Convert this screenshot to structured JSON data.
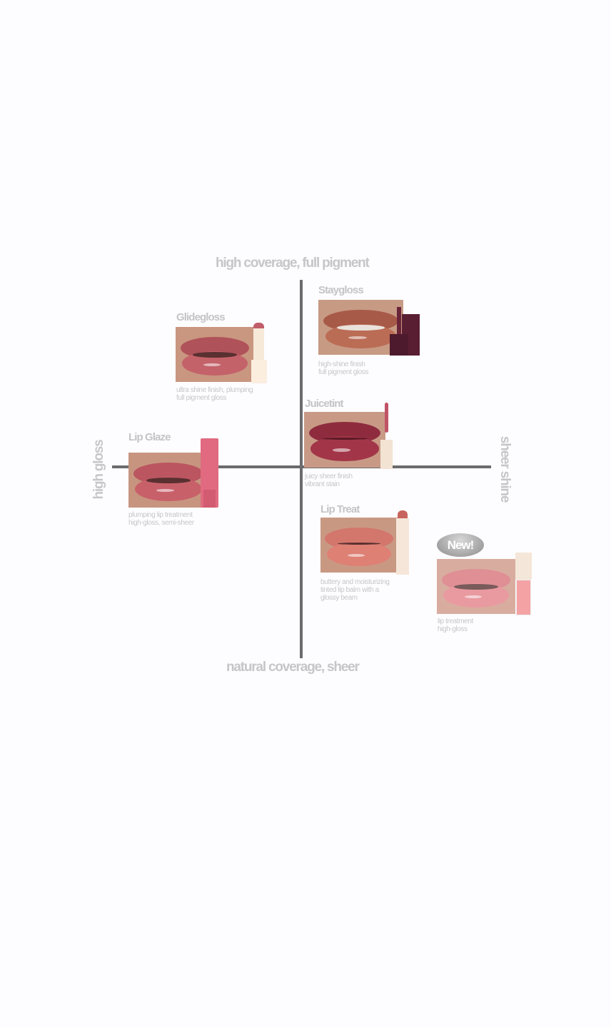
{
  "axes": {
    "top": "high coverage, full pigment",
    "bottom": "natural coverage, sheer",
    "left": "high gloss",
    "right": "sheer shine"
  },
  "products": {
    "glidegloss": {
      "name": "Glidegloss",
      "desc": [
        "ultra shine finish, plumping",
        "full pigment gloss"
      ]
    },
    "staygloss": {
      "name": "Staygloss",
      "desc": [
        "high-shine finish",
        "full pigment gloss"
      ]
    },
    "juicetint": {
      "name": "Juicetint",
      "desc": [
        "juicy sheer finish",
        "vibrant stain"
      ]
    },
    "lipglaze": {
      "name": "Lip Glaze",
      "desc": [
        "plumping lip treatment",
        "high-gloss, semi-sheer"
      ]
    },
    "liptreat": {
      "name": "Lip Treat",
      "desc": [
        "buttery and moisturizing",
        "tinted lip balm with a",
        "glossy beam"
      ]
    },
    "newproduct": {
      "badge": "New!",
      "desc": [
        "lip treatment",
        "high-gloss"
      ]
    }
  },
  "colors": {
    "axis": "#6b6b6d",
    "text": "#c4c4c6"
  }
}
